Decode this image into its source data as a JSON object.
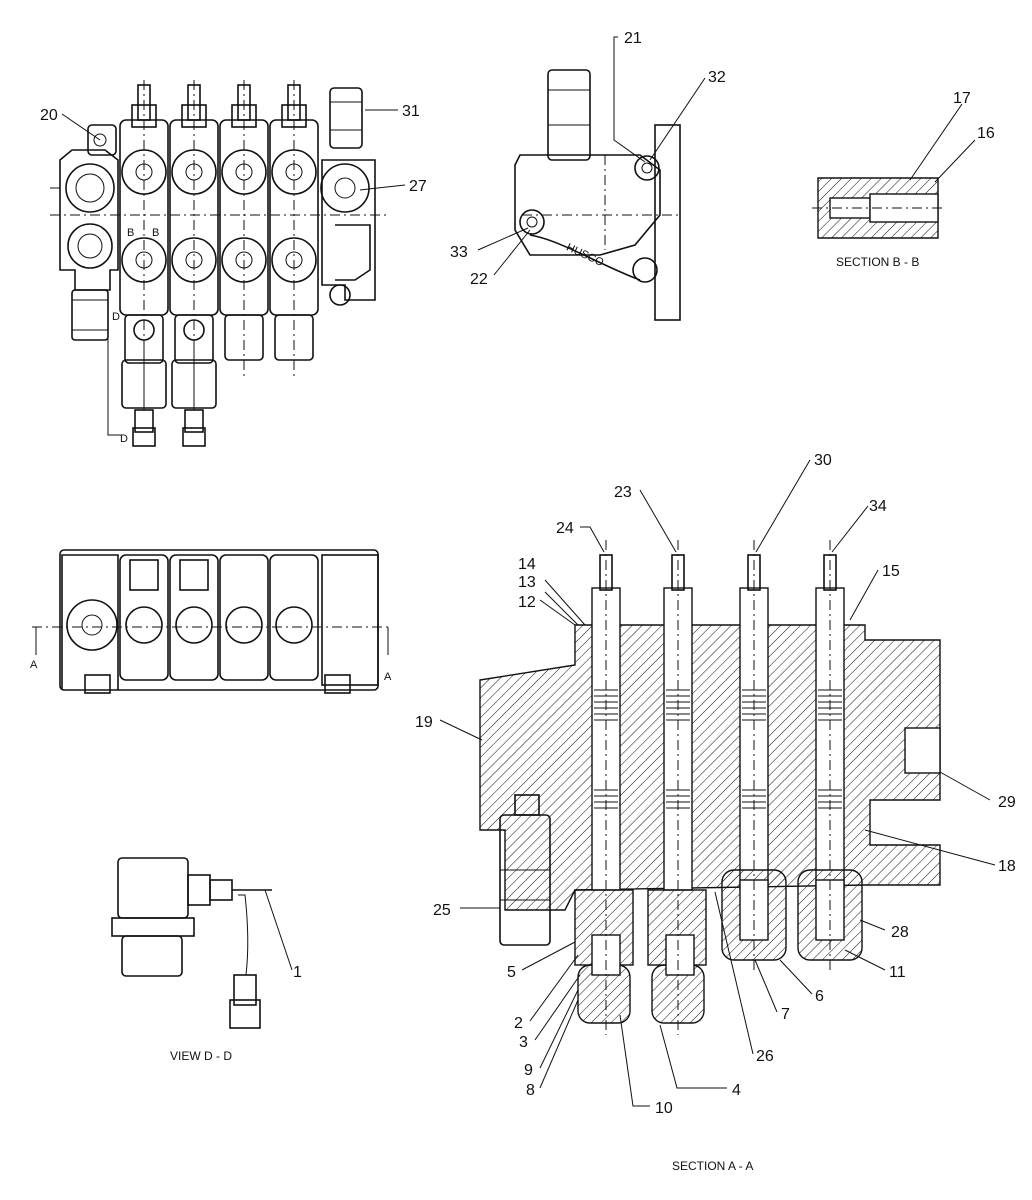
{
  "captions": {
    "section_bb": "SECTION B - B",
    "view_dd": "VIEW D - D",
    "section_aa": "SECTION A - A"
  },
  "markers": {
    "b_left": "B",
    "b_right": "B",
    "d_top": "D",
    "d_bottom": "D",
    "a_left": "A",
    "a_right": "A",
    "brand": "HUSCO"
  },
  "callouts": [
    "1",
    "2",
    "3",
    "4",
    "5",
    "6",
    "7",
    "8",
    "9",
    "10",
    "11",
    "12",
    "13",
    "14",
    "15",
    "16",
    "17",
    "18",
    "19",
    "20",
    "21",
    "22",
    "23",
    "24",
    "25",
    "26",
    "27",
    "28",
    "29",
    "30",
    "31",
    "32",
    "33",
    "34"
  ]
}
